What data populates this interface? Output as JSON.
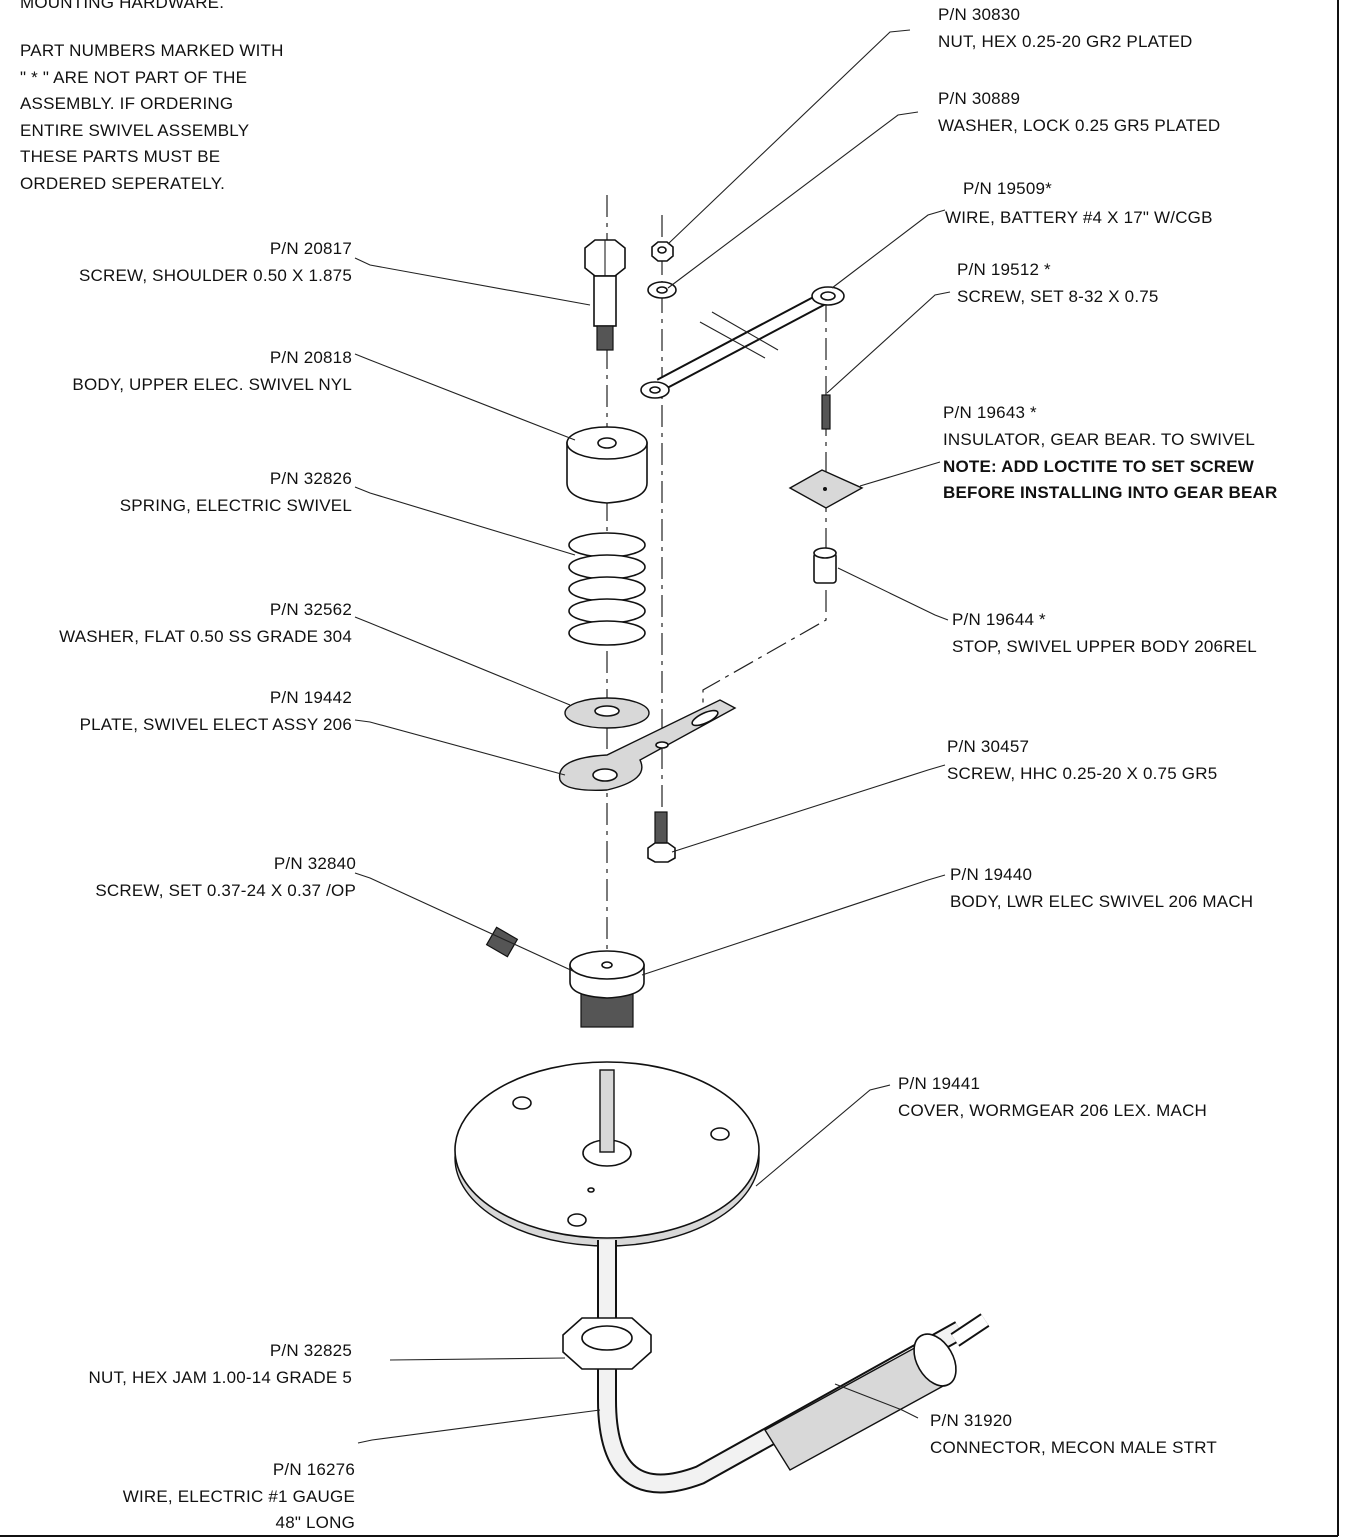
{
  "notes": {
    "line0": "MOUNTING HARDWARE.",
    "line1": "PART NUMBERS MARKED WITH",
    "line2": "\" * \" ARE NOT PART OF THE",
    "line3": "ASSEMBLY.   IF ORDERING",
    "line4": "ENTIRE SWIVEL ASSEMBLY",
    "line5": "THESE PARTS MUST BE",
    "line6": "ORDERED SEPERATELY."
  },
  "callouts": [
    {
      "pn": "P/N 30830",
      "desc": "NUT, HEX 0.25-20 GR2 PLATED"
    },
    {
      "pn": "P/N 30889",
      "desc": "WASHER, LOCK 0.25 GR5 PLATED"
    },
    {
      "pn": "P/N 19509*",
      "desc": "WIRE, BATTERY #4 X 17\" W/CGB"
    },
    {
      "pn": "P/N 19512 *",
      "desc": "SCREW, SET 8-32 X 0.75"
    },
    {
      "pn": "P/N 19643 *",
      "desc": "INSULATOR, GEAR BEAR. TO SWIVEL",
      "note1": "NOTE: ADD LOCTITE TO SET SCREW",
      "note2": "BEFORE INSTALLING INTO GEAR BEAR"
    },
    {
      "pn": "P/N 19644 *",
      "desc": "STOP, SWIVEL UPPER BODY 206REL"
    },
    {
      "pn": "P/N 30457",
      "desc": "SCREW, HHC 0.25-20 X 0.75 GR5"
    },
    {
      "pn": "P/N 19440",
      "desc": "BODY, LWR ELEC SWIVEL 206 MACH"
    },
    {
      "pn": "P/N 19441",
      "desc": "COVER, WORMGEAR 206 LEX. MACH"
    },
    {
      "pn": "P/N 31920",
      "desc": "CONNECTOR, MECON MALE STRT"
    },
    {
      "pn": "P/N 20817",
      "desc": "SCREW, SHOULDER 0.50 X 1.875"
    },
    {
      "pn": "P/N 20818",
      "desc": "BODY, UPPER ELEC. SWIVEL NYL"
    },
    {
      "pn": "P/N 32826",
      "desc": "SPRING, ELECTRIC SWIVEL"
    },
    {
      "pn": "P/N 32562",
      "desc": "WASHER, FLAT 0.50 SS GRADE 304"
    },
    {
      "pn": "P/N 19442",
      "desc": "PLATE, SWIVEL ELECT ASSY 206"
    },
    {
      "pn": "P/N 32840",
      "desc": "SCREW, SET 0.37-24 X 0.37 /OP"
    },
    {
      "pn": "P/N 32825",
      "desc": "NUT, HEX JAM 1.00-14 GRADE 5"
    },
    {
      "pn": "P/N 16276",
      "desc": "WIRE, ELECTRIC #1 GAUGE",
      "desc2": "48\" LONG"
    }
  ]
}
